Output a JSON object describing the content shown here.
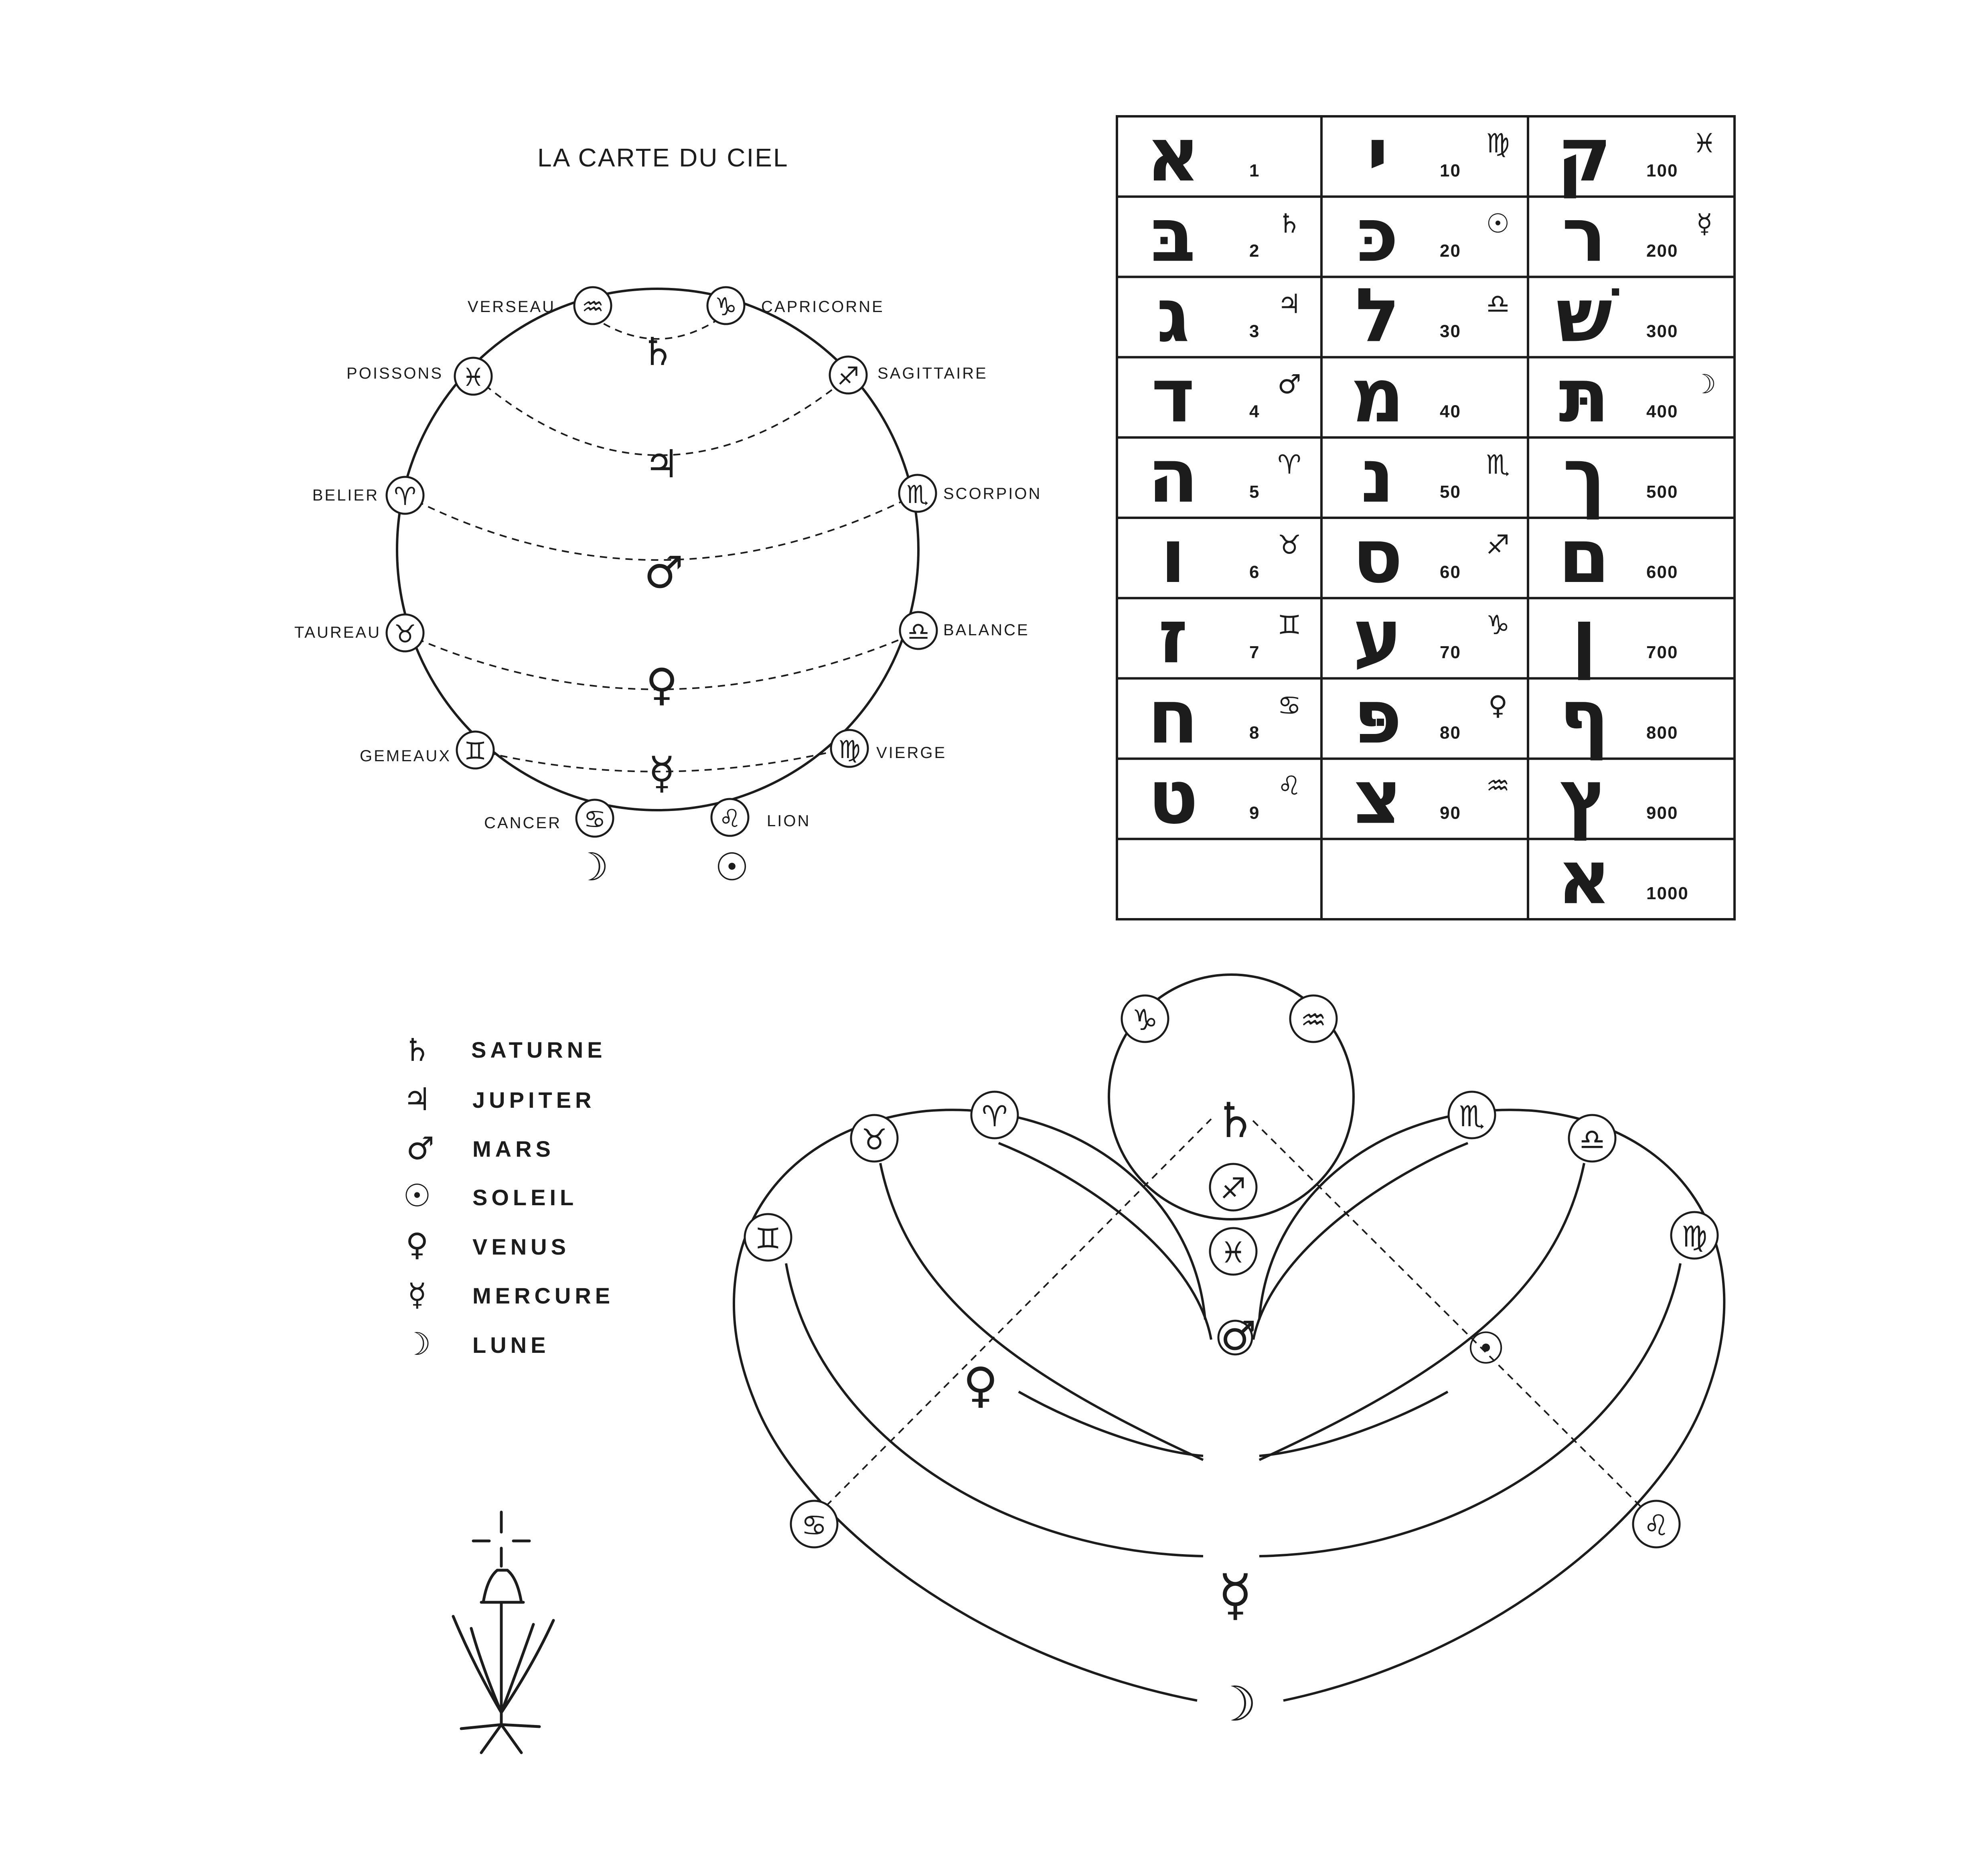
{
  "title": "LA CARTE DU CIEL",
  "signs": {
    "verseau": {
      "name": "VERSEAU",
      "glyph": "♒"
    },
    "capricorne": {
      "name": "CAPRICORNE",
      "glyph": "♑"
    },
    "poissons": {
      "name": "POISSONS",
      "glyph": "♓"
    },
    "sagittaire": {
      "name": "SAGITTAIRE",
      "glyph": "♐"
    },
    "belier": {
      "name": "BELIER",
      "glyph": "♈"
    },
    "scorpion": {
      "name": "SCORPION",
      "glyph": "♏"
    },
    "taureau": {
      "name": "TAUREAU",
      "glyph": "♉"
    },
    "balance": {
      "name": "BALANCE",
      "glyph": "♎"
    },
    "gemeaux": {
      "name": "GEMEAUX",
      "glyph": "♊"
    },
    "vierge": {
      "name": "VIERGE",
      "glyph": "♍"
    },
    "cancer": {
      "name": "CANCER",
      "glyph": "♋"
    },
    "lion": {
      "name": "LION",
      "glyph": "♌"
    }
  },
  "planets": {
    "saturne": {
      "name": "SATURNE",
      "glyph": "♄"
    },
    "jupiter": {
      "name": "JUPITER",
      "glyph": "♃"
    },
    "mars": {
      "name": "MARS",
      "glyph": "♂"
    },
    "soleil": {
      "name": "SOLEIL",
      "glyph": "☉"
    },
    "venus": {
      "name": "VENUS",
      "glyph": "♀"
    },
    "mercure": {
      "name": "MERCURE",
      "glyph": "☿"
    },
    "lune": {
      "name": "LUNE",
      "glyph": "☽"
    }
  },
  "table": {
    "rows": [
      [
        {
          "letter": "א",
          "value": "1",
          "sym": ""
        },
        {
          "letter": "י",
          "value": "10",
          "sym": "♍"
        },
        {
          "letter": "ק",
          "value": "100",
          "sym": "♓"
        }
      ],
      [
        {
          "letter": "בּ",
          "value": "2",
          "sym": "♄"
        },
        {
          "letter": "כּ",
          "value": "20",
          "sym": "☉"
        },
        {
          "letter": "ר",
          "value": "200",
          "sym": "☿"
        }
      ],
      [
        {
          "letter": "ג",
          "value": "3",
          "sym": "♃"
        },
        {
          "letter": "ל",
          "value": "30",
          "sym": "♎"
        },
        {
          "letter": "שׁ",
          "value": "300",
          "sym": ""
        }
      ],
      [
        {
          "letter": "ד",
          "value": "4",
          "sym": "♂"
        },
        {
          "letter": "מ",
          "value": "40",
          "sym": ""
        },
        {
          "letter": "תּ",
          "value": "400",
          "sym": "☽"
        }
      ],
      [
        {
          "letter": "ה",
          "value": "5",
          "sym": "♈"
        },
        {
          "letter": "נ",
          "value": "50",
          "sym": "♏"
        },
        {
          "letter": "ך",
          "value": "500",
          "sym": ""
        }
      ],
      [
        {
          "letter": "ו",
          "value": "6",
          "sym": "♉"
        },
        {
          "letter": "ס",
          "value": "60",
          "sym": "♐"
        },
        {
          "letter": "ם",
          "value": "600",
          "sym": ""
        }
      ],
      [
        {
          "letter": "ז",
          "value": "7",
          "sym": "♊"
        },
        {
          "letter": "ע",
          "value": "70",
          "sym": "♑"
        },
        {
          "letter": "ן",
          "value": "700",
          "sym": ""
        }
      ],
      [
        {
          "letter": "ח",
          "value": "8",
          "sym": "♋"
        },
        {
          "letter": "פּ",
          "value": "80",
          "sym": "♀"
        },
        {
          "letter": "ף",
          "value": "800",
          "sym": ""
        }
      ],
      [
        {
          "letter": "ט",
          "value": "9",
          "sym": "♌"
        },
        {
          "letter": "צ",
          "value": "90",
          "sym": "♒"
        },
        {
          "letter": "ץ",
          "value": "900",
          "sym": ""
        }
      ],
      [
        {
          "letter": "",
          "value": "",
          "sym": ""
        },
        {
          "letter": "",
          "value": "",
          "sym": ""
        },
        {
          "letter": "א",
          "value": "1000",
          "sym": ""
        }
      ]
    ]
  }
}
